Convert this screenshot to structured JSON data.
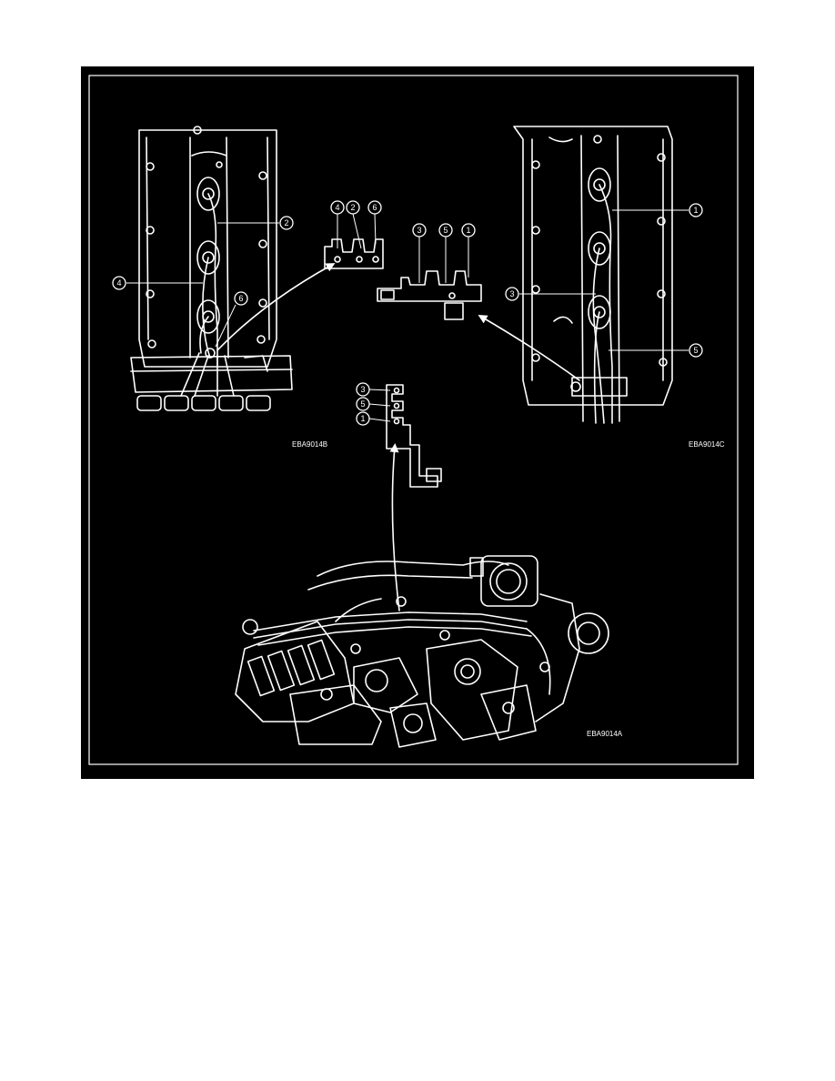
{
  "frame_colors": {
    "background": "#000000",
    "line": "#ffffff",
    "page": "#ffffff"
  },
  "figure_codes": {
    "left_head": "EBA9014B",
    "right_head": "EBA9014C",
    "engine": "EBA9014A"
  },
  "callouts": {
    "left_head": {
      "c2": "2",
      "c4": "4",
      "c6": "6"
    },
    "left_clip": {
      "a": "4",
      "b": "2",
      "c": "6"
    },
    "right_clip": {
      "a": "3",
      "b": "5",
      "c": "1"
    },
    "right_head": {
      "c1": "1",
      "c3": "3",
      "c5": "5"
    },
    "center_bracket": {
      "a": "3",
      "b": "5",
      "c": "1"
    }
  },
  "icons": [
    "arrow-icon"
  ]
}
